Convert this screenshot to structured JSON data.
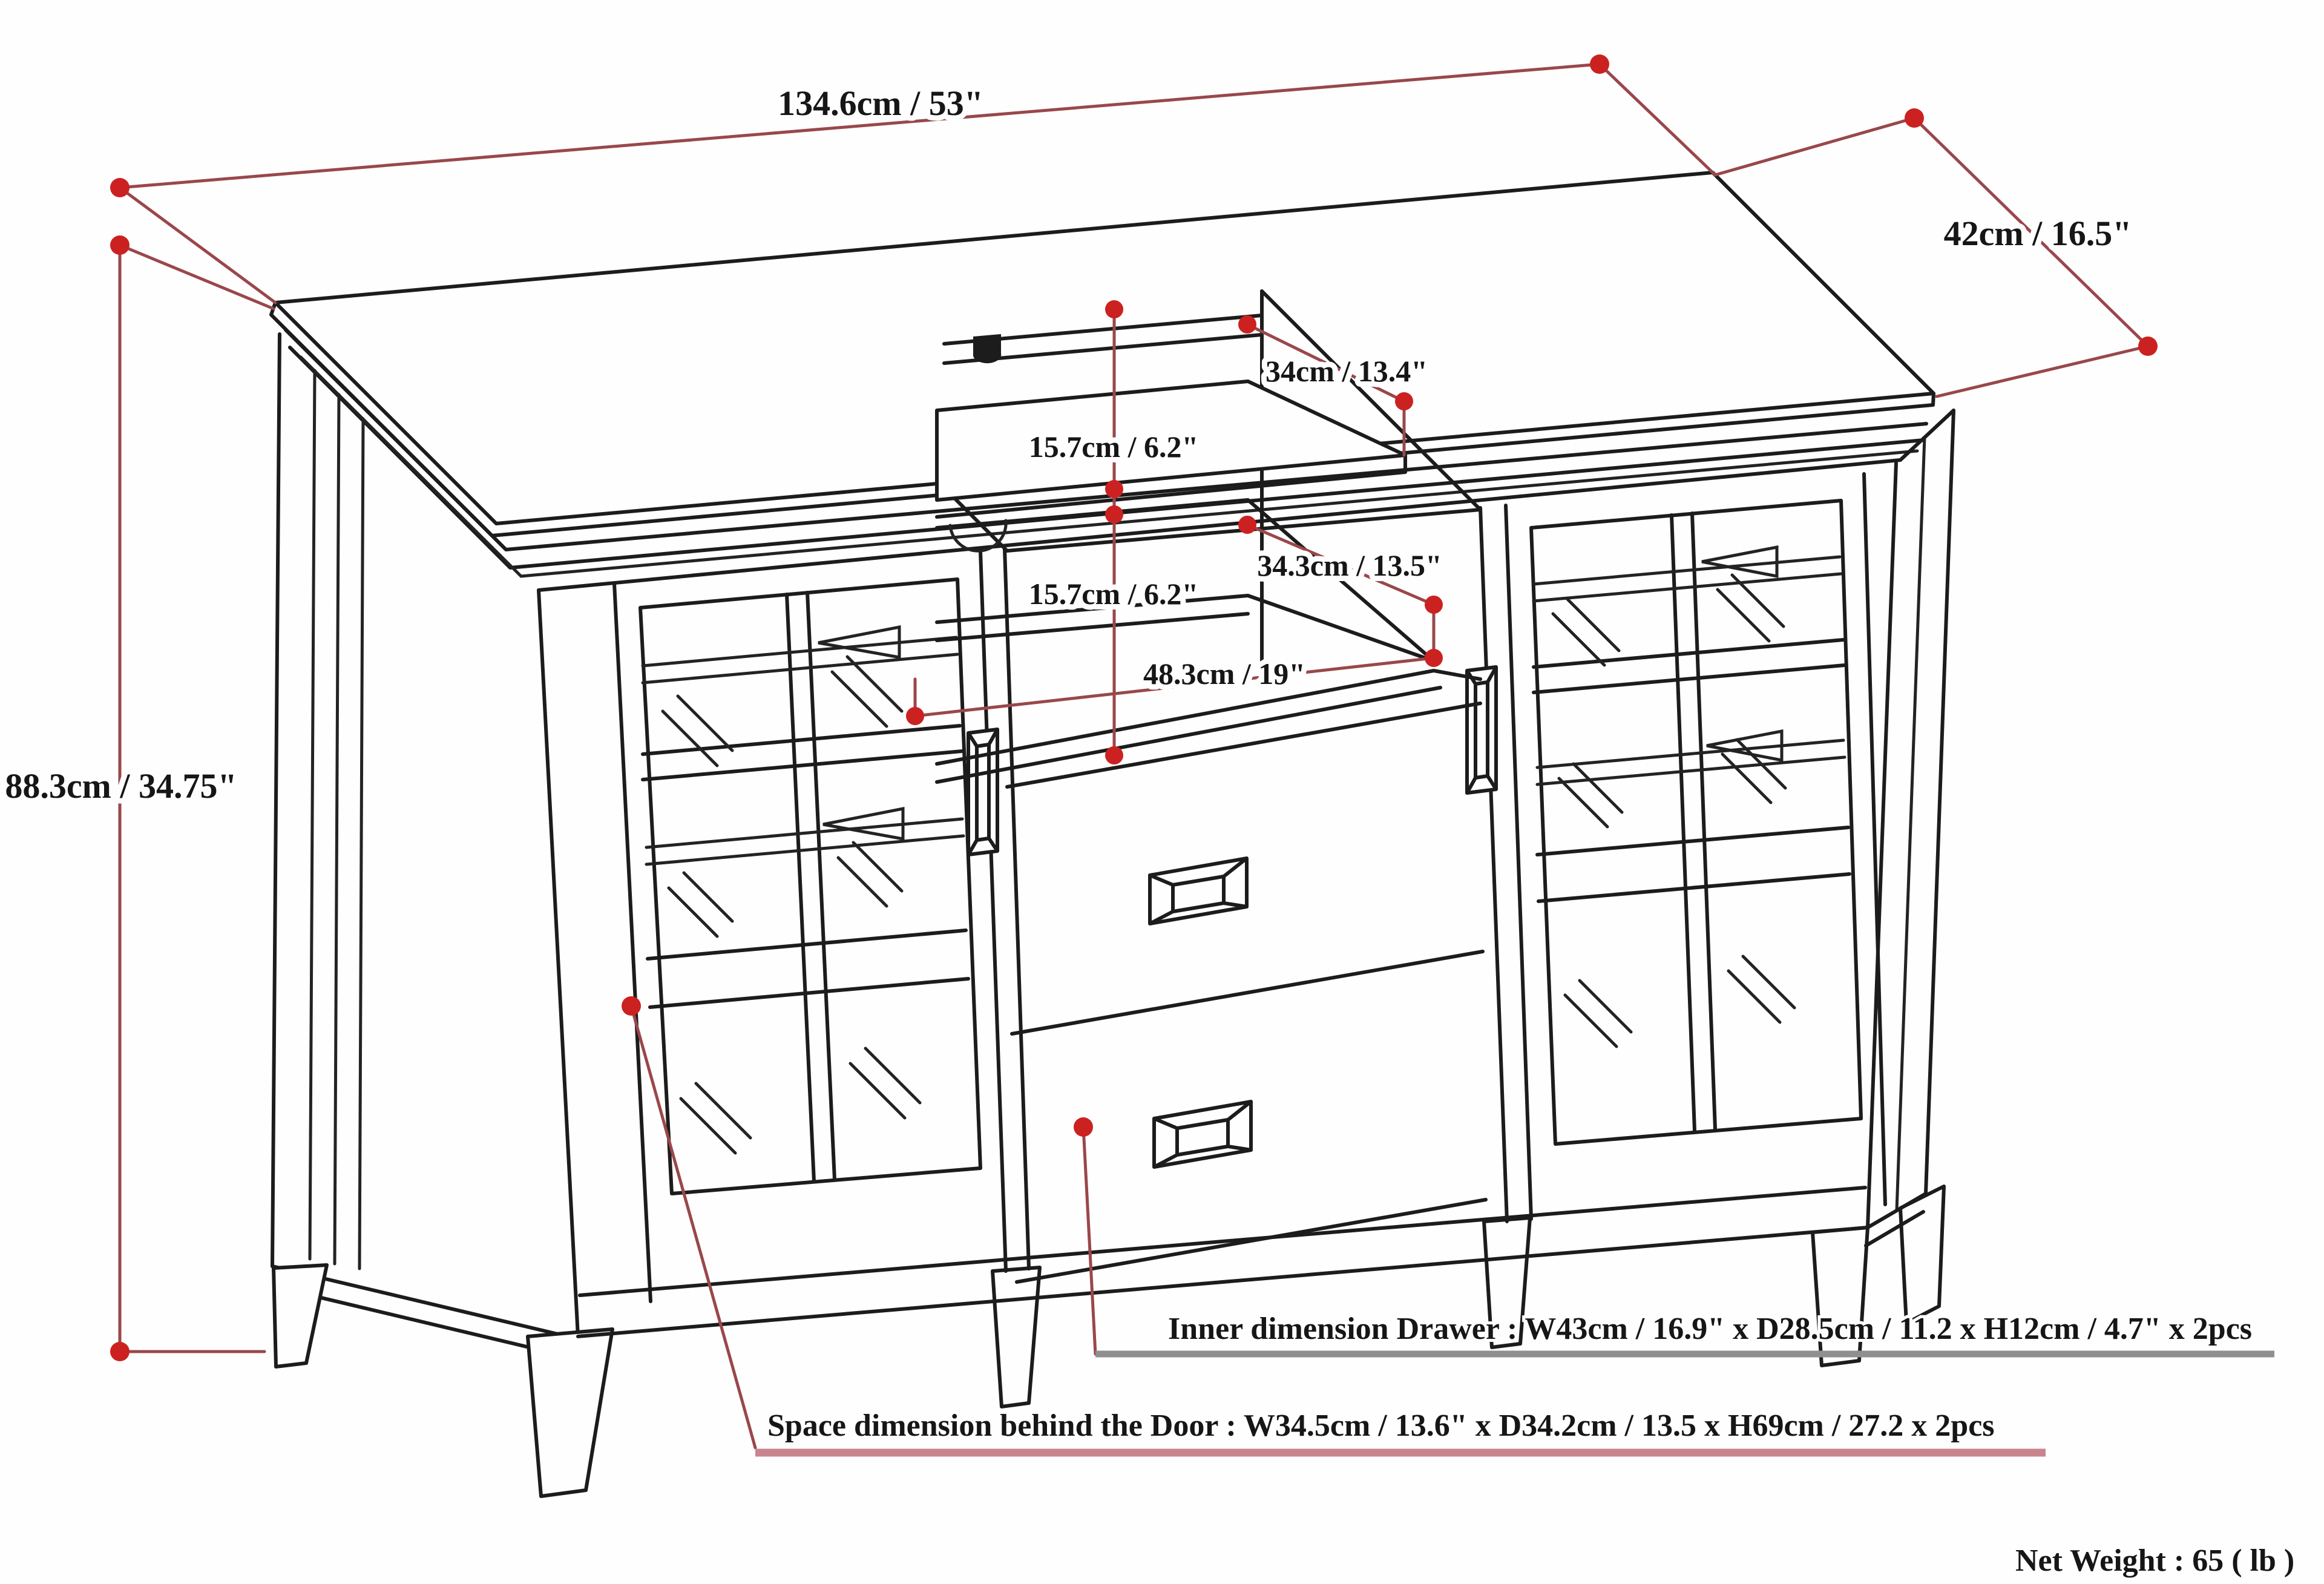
{
  "diagram": {
    "type": "furniture-dimension-drawing",
    "product": "tall TV stand with two glass doors, two drawers and open media shelves",
    "dimensions": {
      "overall_width": "134.6cm / 53\"",
      "overall_depth": "42cm / 16.5\"",
      "overall_height": "88.3cm / 34.75\"",
      "top_shelf_depth": "34cm / 13.4\"",
      "upper_shelf_clearance": "15.7cm / 6.2\"",
      "lower_shelf_clearance": "15.7cm / 6.2\"",
      "lower_shelf_depth": "34.3cm / 13.5\"",
      "open_compartment_width": "48.3cm / 19\""
    },
    "annotations": {
      "drawer_inner": "Inner dimension Drawer : W43cm / 16.9\" x D28.5cm / 11.2 x H12cm / 4.7\" x 2pcs",
      "door_space": "Space dimension behind the Door  : W34.5cm / 13.6\" x D34.2cm / 13.5 x H69cm / 27.2 x 2pcs",
      "net_weight": "Net Weight : 65 ( lb )"
    },
    "colors": {
      "dimension_line": "#99474b",
      "dimension_dot": "#cc2121",
      "drawer_leader_underline": "#8f8f8f",
      "door_leader_underline": "#c9858d",
      "line_art": "#1c1c1c",
      "background": "#fefefe"
    }
  }
}
